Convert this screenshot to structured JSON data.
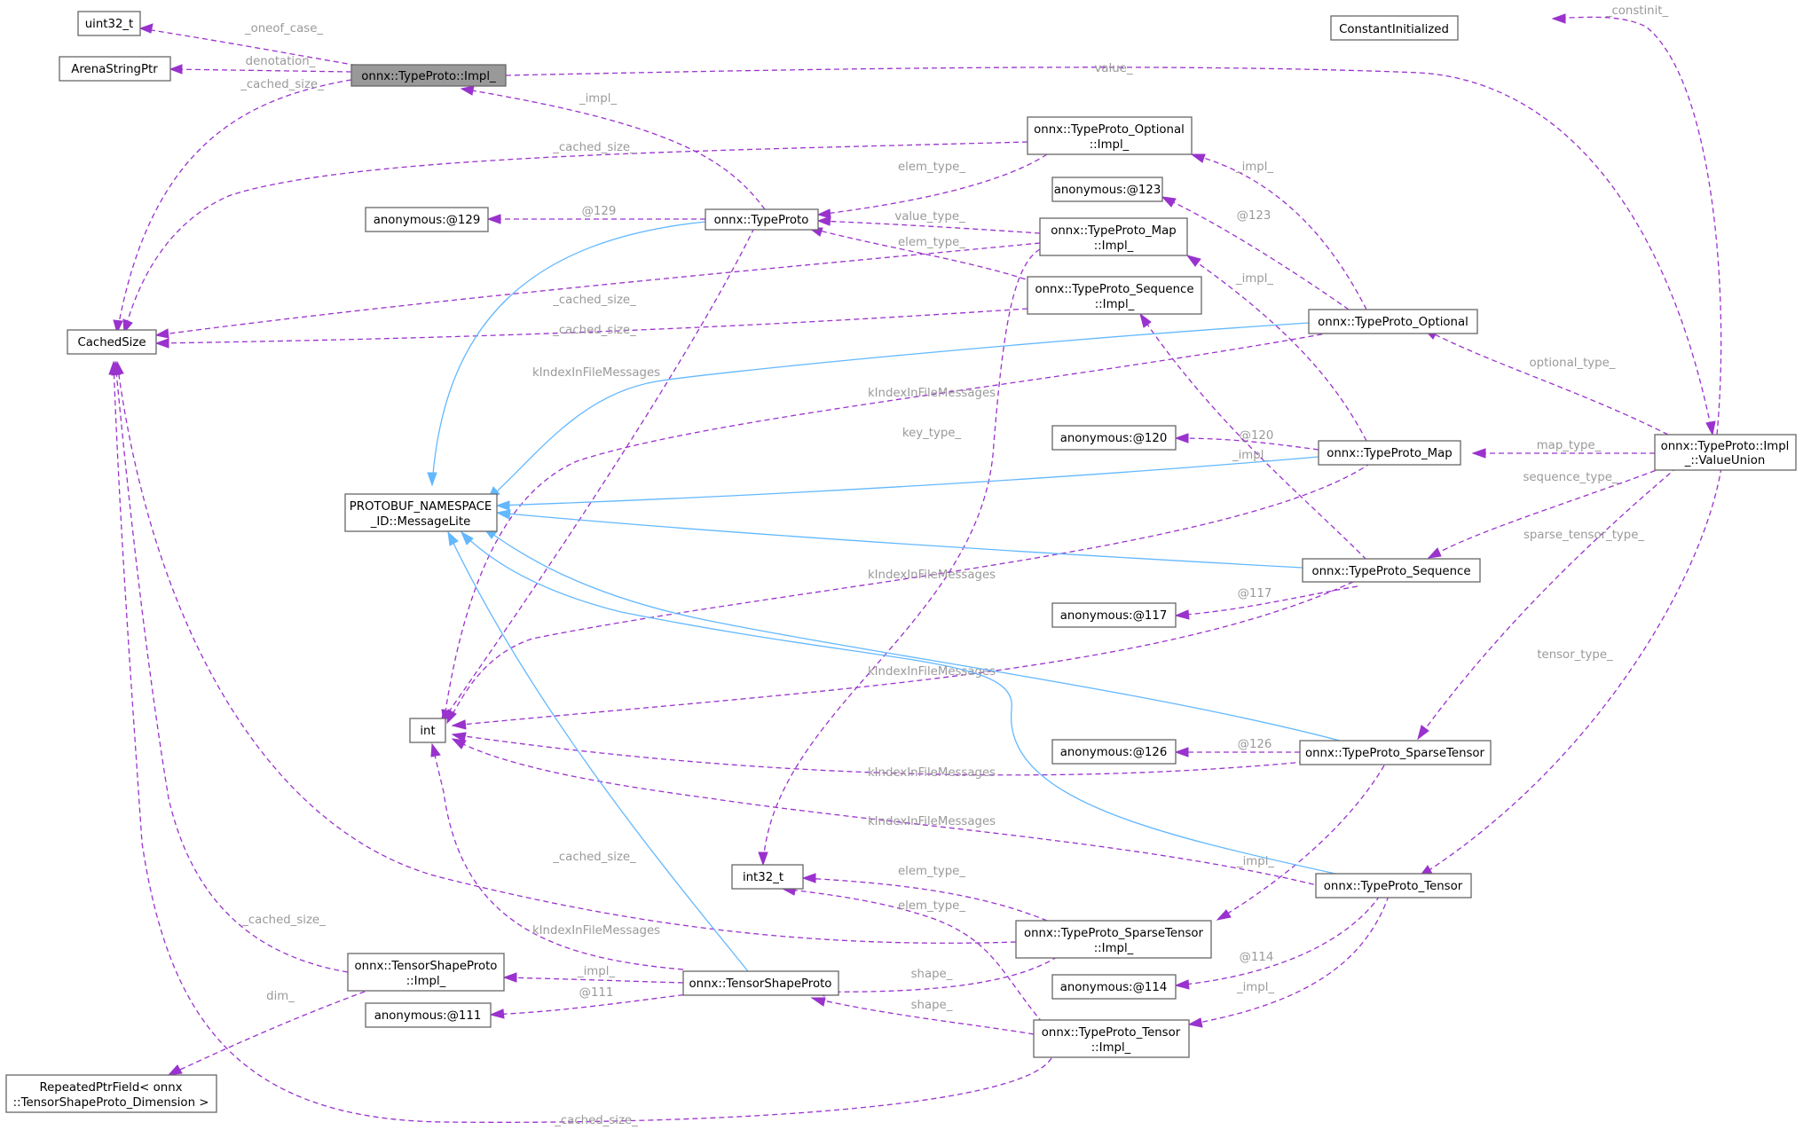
{
  "colors": {
    "dependency": "#9a32cd",
    "inheritance": "#63b8ff",
    "highlight_fill": "#999999",
    "node_border": "#666666",
    "label": "#9a9a9a"
  },
  "nodes": [
    {
      "id": "n_uint32",
      "lines": [
        "uint32_t"
      ]
    },
    {
      "id": "n_arena",
      "lines": [
        "ArenaStringPtr"
      ]
    },
    {
      "id": "n_typeproto_impl",
      "lines": [
        "onnx::TypeProto::Impl_"
      ],
      "highlight": true
    },
    {
      "id": "n_const",
      "lines": [
        "ConstantInitialized"
      ]
    },
    {
      "id": "n_opt_impl",
      "lines": [
        "onnx::TypeProto_Optional",
        "::Impl_"
      ]
    },
    {
      "id": "n_anon123",
      "lines": [
        "anonymous:@123"
      ]
    },
    {
      "id": "n_anon129",
      "lines": [
        "anonymous:@129"
      ]
    },
    {
      "id": "n_typeproto",
      "lines": [
        "onnx::TypeProto"
      ]
    },
    {
      "id": "n_map_impl",
      "lines": [
        "onnx::TypeProto_Map",
        "::Impl_"
      ]
    },
    {
      "id": "n_seq_impl",
      "lines": [
        "onnx::TypeProto_Sequence",
        "::Impl_"
      ]
    },
    {
      "id": "n_cached",
      "lines": [
        "CachedSize"
      ]
    },
    {
      "id": "n_optional",
      "lines": [
        "onnx::TypeProto_Optional"
      ]
    },
    {
      "id": "n_anon120",
      "lines": [
        "anonymous:@120"
      ]
    },
    {
      "id": "n_map",
      "lines": [
        "onnx::TypeProto_Map"
      ]
    },
    {
      "id": "n_valueunion",
      "lines": [
        "onnx::TypeProto::Impl",
        "_::ValueUnion"
      ]
    },
    {
      "id": "n_msglite",
      "lines": [
        "PROTOBUF_NAMESPACE",
        "_ID::MessageLite"
      ]
    },
    {
      "id": "n_sequence",
      "lines": [
        "onnx::TypeProto_Sequence"
      ]
    },
    {
      "id": "n_anon117",
      "lines": [
        "anonymous:@117"
      ]
    },
    {
      "id": "n_int",
      "lines": [
        "int"
      ]
    },
    {
      "id": "n_anon126",
      "lines": [
        "anonymous:@126"
      ]
    },
    {
      "id": "n_sparse",
      "lines": [
        "onnx::TypeProto_SparseTensor"
      ]
    },
    {
      "id": "n_int32",
      "lines": [
        "int32_t"
      ]
    },
    {
      "id": "n_tensor",
      "lines": [
        "onnx::TypeProto_Tensor"
      ]
    },
    {
      "id": "n_sparse_impl",
      "lines": [
        "onnx::TypeProto_SparseTensor",
        "::Impl_"
      ]
    },
    {
      "id": "n_tsp_impl",
      "lines": [
        "onnx::TensorShapeProto",
        "::Impl_"
      ]
    },
    {
      "id": "n_tsp",
      "lines": [
        "onnx::TensorShapeProto"
      ]
    },
    {
      "id": "n_anon114",
      "lines": [
        "anonymous:@114"
      ]
    },
    {
      "id": "n_anon111",
      "lines": [
        "anonymous:@111"
      ]
    },
    {
      "id": "n_tensor_impl",
      "lines": [
        "onnx::TypeProto_Tensor",
        "::Impl_"
      ]
    },
    {
      "id": "n_repeated",
      "lines": [
        "RepeatedPtrField< onnx",
        "::TensorShapeProto_Dimension >"
      ]
    }
  ],
  "edges": [
    {
      "id": "e_oneof",
      "kind": "dependency",
      "label": "_oneof_case_"
    },
    {
      "id": "e_denot",
      "kind": "dependency",
      "label": "denotation_"
    },
    {
      "id": "e_cs_impl",
      "kind": "dependency",
      "label": "_cached_size_"
    },
    {
      "id": "e_value",
      "kind": "dependency",
      "label": "value_"
    },
    {
      "id": "e_constinit",
      "kind": "dependency",
      "label": "_constinit_"
    },
    {
      "id": "e_impl_tp",
      "kind": "dependency",
      "label": "_impl_"
    },
    {
      "id": "e_cs_opt",
      "kind": "dependency",
      "label": "_cached_size_"
    },
    {
      "id": "e_elem_opt",
      "kind": "dependency",
      "label": "elem_type_"
    },
    {
      "id": "e_129",
      "kind": "dependency",
      "label": "@129"
    },
    {
      "id": "e_valtype",
      "kind": "dependency",
      "label": "value_type_"
    },
    {
      "id": "e_elem_seq",
      "kind": "dependency",
      "label": "elem_type_"
    },
    {
      "id": "e_cs_map",
      "kind": "dependency",
      "label": "_cached_size_"
    },
    {
      "id": "e_cs_seq",
      "kind": "dependency",
      "label": "_cached_size_"
    },
    {
      "id": "e_impl_opt",
      "kind": "dependency",
      "label": "_impl_"
    },
    {
      "id": "e_123",
      "kind": "dependency",
      "label": "@123"
    },
    {
      "id": "e_impl_map",
      "kind": "dependency",
      "label": "_impl_"
    },
    {
      "id": "e_optype",
      "kind": "dependency",
      "label": "optional_type_"
    },
    {
      "id": "e_maptype",
      "kind": "dependency",
      "label": "map_type_"
    },
    {
      "id": "e_120",
      "kind": "dependency",
      "label": "@120"
    },
    {
      "id": "e_impl_seq",
      "kind": "dependency",
      "label": "_impl_"
    },
    {
      "id": "e_seqtype",
      "kind": "dependency",
      "label": "sequence_type_"
    },
    {
      "id": "e_sparsetype",
      "kind": "dependency",
      "label": "sparse_tensor_type_"
    },
    {
      "id": "e_tensortype",
      "kind": "dependency",
      "label": "tensor_type_"
    },
    {
      "id": "e_keytype",
      "kind": "dependency",
      "label": "key_type_"
    },
    {
      "id": "e_kidx_tp",
      "kind": "dependency",
      "label": "kIndexInFileMessages"
    },
    {
      "id": "e_kidx_opt",
      "kind": "dependency",
      "label": "kIndexInFileMessages"
    },
    {
      "id": "e_kidx_map",
      "kind": "dependency",
      "label": "kIndexInFileMessages"
    },
    {
      "id": "e_kidx_seq",
      "kind": "dependency",
      "label": "kIndexInFileMessages"
    },
    {
      "id": "e_kidx_sparse",
      "kind": "dependency",
      "label": "kIndexInFileMessages"
    },
    {
      "id": "e_kidx_tensor",
      "kind": "dependency",
      "label": "kIndexInFileMessages"
    },
    {
      "id": "e_kidx_tsp",
      "kind": "dependency",
      "label": "kIndexInFileMessages"
    },
    {
      "id": "e_117",
      "kind": "dependency",
      "label": "@117"
    },
    {
      "id": "e_126",
      "kind": "dependency",
      "label": "@126"
    },
    {
      "id": "e_cs_sparse",
      "kind": "dependency",
      "label": "_cached_size_"
    },
    {
      "id": "e_impl_sparse",
      "kind": "dependency",
      "label": "_impl_"
    },
    {
      "id": "e_elem_sparse",
      "kind": "dependency",
      "label": "elem_type_"
    },
    {
      "id": "e_elem_tensor",
      "kind": "dependency",
      "label": "elem_type_"
    },
    {
      "id": "e_shape_sparse",
      "kind": "dependency",
      "label": "shape_"
    },
    {
      "id": "e_shape_tensor",
      "kind": "dependency",
      "label": "shape_"
    },
    {
      "id": "e_impl_tsp",
      "kind": "dependency",
      "label": "_impl_"
    },
    {
      "id": "e_111",
      "kind": "dependency",
      "label": "@111"
    },
    {
      "id": "e_cs_tsp",
      "kind": "dependency",
      "label": "_cached_size_"
    },
    {
      "id": "e_dim",
      "kind": "dependency",
      "label": "dim_"
    },
    {
      "id": "e_114",
      "kind": "dependency",
      "label": "@114"
    },
    {
      "id": "e_impl_tensor",
      "kind": "dependency",
      "label": "_impl_"
    },
    {
      "id": "e_cs_tensor",
      "kind": "dependency",
      "label": "_cached_size_"
    },
    {
      "id": "i_tp",
      "kind": "inheritance",
      "label": ""
    },
    {
      "id": "i_opt",
      "kind": "inheritance",
      "label": ""
    },
    {
      "id": "i_map",
      "kind": "inheritance",
      "label": ""
    },
    {
      "id": "i_seq",
      "kind": "inheritance",
      "label": ""
    },
    {
      "id": "i_sparse",
      "kind": "inheritance",
      "label": ""
    },
    {
      "id": "i_tensor",
      "kind": "inheritance",
      "label": ""
    },
    {
      "id": "i_tsp",
      "kind": "inheritance",
      "label": ""
    }
  ]
}
